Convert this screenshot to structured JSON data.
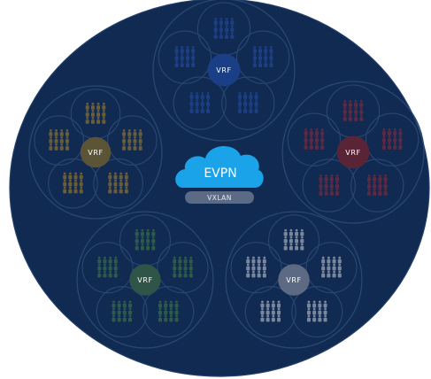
{
  "colors": {
    "background": "#ffffff",
    "disc": "#102a52",
    "disc_edge": "#23406b",
    "ring_stroke": "#2a4772",
    "cloud": "#1aa3e8",
    "vxlan_bar": "#5b6b86"
  },
  "center": {
    "cloud_icon": "cloud-icon",
    "evpn_label": "EVPN",
    "vxlan_label": "VXLAN"
  },
  "clusters": [
    {
      "id": "top",
      "vrf_label": "VRF",
      "color": "#1a3f86",
      "icon_color": "#1c3f85"
    },
    {
      "id": "left",
      "vrf_label": "VRF",
      "color": "#5c5436",
      "icon_color": "#6a5d3a"
    },
    {
      "id": "right",
      "vrf_label": "VRF",
      "color": "#5a2437",
      "icon_color": "#5e2942"
    },
    {
      "id": "bottom-left",
      "vrf_label": "VRF",
      "color": "#2f5548",
      "icon_color": "#2e5a49"
    },
    {
      "id": "bottom-right",
      "vrf_label": "VRF",
      "color": "#5c6a84",
      "icon_color": "#7b879d"
    }
  ]
}
